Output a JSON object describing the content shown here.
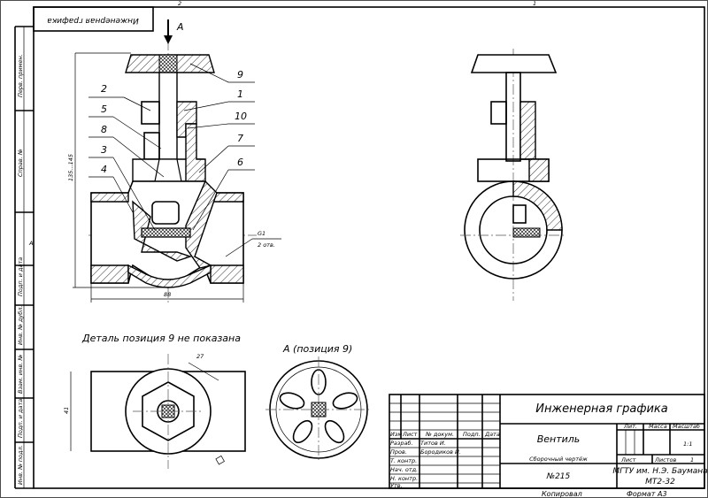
{
  "sheet": {
    "top_zone_numbers": [
      "2",
      "1"
    ],
    "side_zone_letter": "A",
    "mirrored_title": "Инженерная графика",
    "margin_labels": [
      "Перв. примен.",
      "Справ. №",
      "Подп. и дата",
      "Инв. № дубл.",
      "Взам. инв. №",
      "Подп. и дата",
      "Инв. № подл."
    ]
  },
  "main_view": {
    "view_arrow_label": "А",
    "leaders": [
      "9",
      "1",
      "10",
      "7",
      "6",
      "2",
      "5",
      "8",
      "3",
      "4"
    ],
    "dim_height": "135...145",
    "dim_width": "88",
    "thread_label": "G1",
    "thread_count": "2 отв."
  },
  "bottom_views": {
    "caption_left": "Деталь позиция 9 не показана",
    "caption_right": "А (позиция 9)",
    "dim_across_flats": "27",
    "dim_height": "41"
  },
  "title_block": {
    "discipline": "Инженерная графика",
    "product_name": "Вентиль",
    "doc_type": "Сборочный чертёж",
    "doc_number": "№215",
    "organization": "МГТУ им. Н.Э. Баумана",
    "group": "МТ2-32",
    "headers": {
      "lit": "Лит.",
      "mass": "Масса",
      "scale": "Масштаб",
      "sheet": "Лист",
      "sheets": "Листов"
    },
    "scale": "1:1",
    "sheets_count": "1",
    "col_headers": [
      "Изм",
      "Лист",
      "№ докум.",
      "Подп.",
      "Дата"
    ],
    "roles": [
      "Разраб.",
      "Пров.",
      "Т. контр.",
      "Нач. отд.",
      "Н. контр.",
      "Утв."
    ],
    "names": [
      "Титов И.",
      "Бородиков И."
    ],
    "footer_copied": "Копировал",
    "footer_format": "Формат А3"
  }
}
